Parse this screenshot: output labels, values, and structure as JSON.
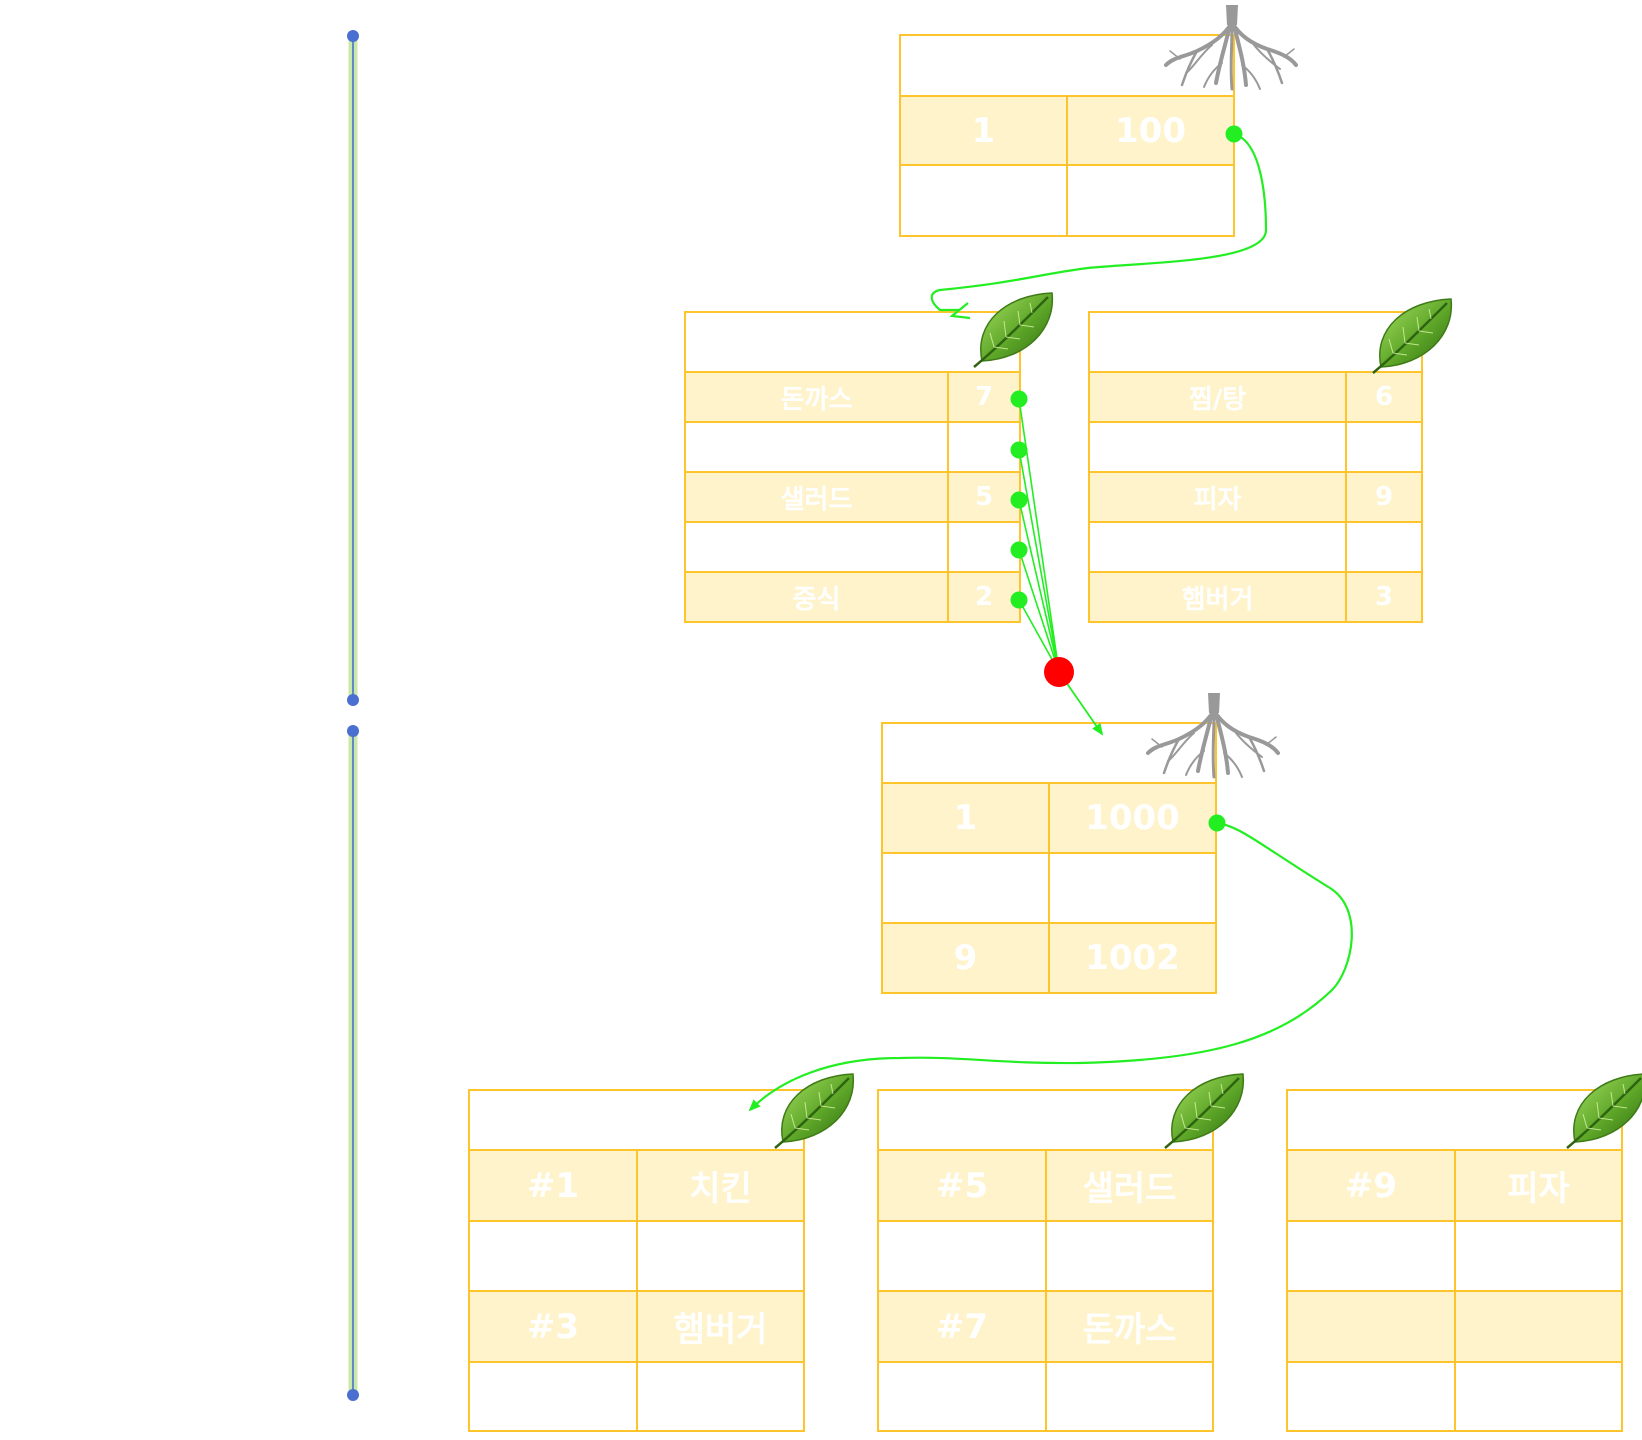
{
  "colors": {
    "border": "#FDC42C",
    "fill": "#FFF3CC",
    "cell_text": "#ffffff",
    "pointer": "#22EE22",
    "merge_dot": "#FF0000",
    "side_line": "#4A6FD0",
    "side_glow": "#B7E28E",
    "root_icon": "#999999",
    "leaf_icon": "#5DA628"
  },
  "icons": {
    "root": "roots-icon",
    "leaf": "leaf-icon"
  },
  "nodes": {
    "root1": {
      "icon": "roots-icon",
      "rows": [
        {
          "a": "1",
          "b": "100",
          "filled": true
        },
        {
          "a": "",
          "b": "",
          "filled": false
        }
      ]
    },
    "leaf_a": {
      "icon": "leaf-icon",
      "rows": [
        {
          "a": "돈까스",
          "b": "7",
          "filled": true
        },
        {
          "a": "",
          "b": "",
          "filled": false
        },
        {
          "a": "샐러드",
          "b": "5",
          "filled": true
        },
        {
          "a": "",
          "b": "",
          "filled": false
        },
        {
          "a": "중식",
          "b": "2",
          "filled": true
        }
      ]
    },
    "leaf_b": {
      "icon": "leaf-icon",
      "rows": [
        {
          "a": "찜/탕",
          "b": "6",
          "filled": true
        },
        {
          "a": "",
          "b": "",
          "filled": false
        },
        {
          "a": "피자",
          "b": "9",
          "filled": true
        },
        {
          "a": "",
          "b": "",
          "filled": false
        },
        {
          "a": "햄버거",
          "b": "3",
          "filled": true
        }
      ]
    },
    "root2": {
      "icon": "roots-icon",
      "rows": [
        {
          "a": "1",
          "b": "1000",
          "filled": true
        },
        {
          "a": "",
          "b": "",
          "filled": false
        },
        {
          "a": "9",
          "b": "1002",
          "filled": true
        }
      ]
    },
    "leaf_c": {
      "icon": "leaf-icon",
      "rows": [
        {
          "a": "#1",
          "b": "치킨",
          "filled": true
        },
        {
          "a": "",
          "b": "",
          "filled": false
        },
        {
          "a": "#3",
          "b": "햄버거",
          "filled": true
        },
        {
          "a": "",
          "b": "",
          "filled": false
        }
      ]
    },
    "leaf_d": {
      "icon": "leaf-icon",
      "rows": [
        {
          "a": "#5",
          "b": "샐러드",
          "filled": true
        },
        {
          "a": "",
          "b": "",
          "filled": false
        },
        {
          "a": "#7",
          "b": "돈까스",
          "filled": true
        },
        {
          "a": "",
          "b": "",
          "filled": false
        }
      ]
    },
    "leaf_e": {
      "icon": "leaf-icon",
      "rows": [
        {
          "a": "#9",
          "b": "피자",
          "filled": true
        },
        {
          "a": "",
          "b": "",
          "filled": false
        },
        {
          "a": "",
          "b": "",
          "filled": true
        },
        {
          "a": "",
          "b": "",
          "filled": false
        }
      ]
    }
  }
}
